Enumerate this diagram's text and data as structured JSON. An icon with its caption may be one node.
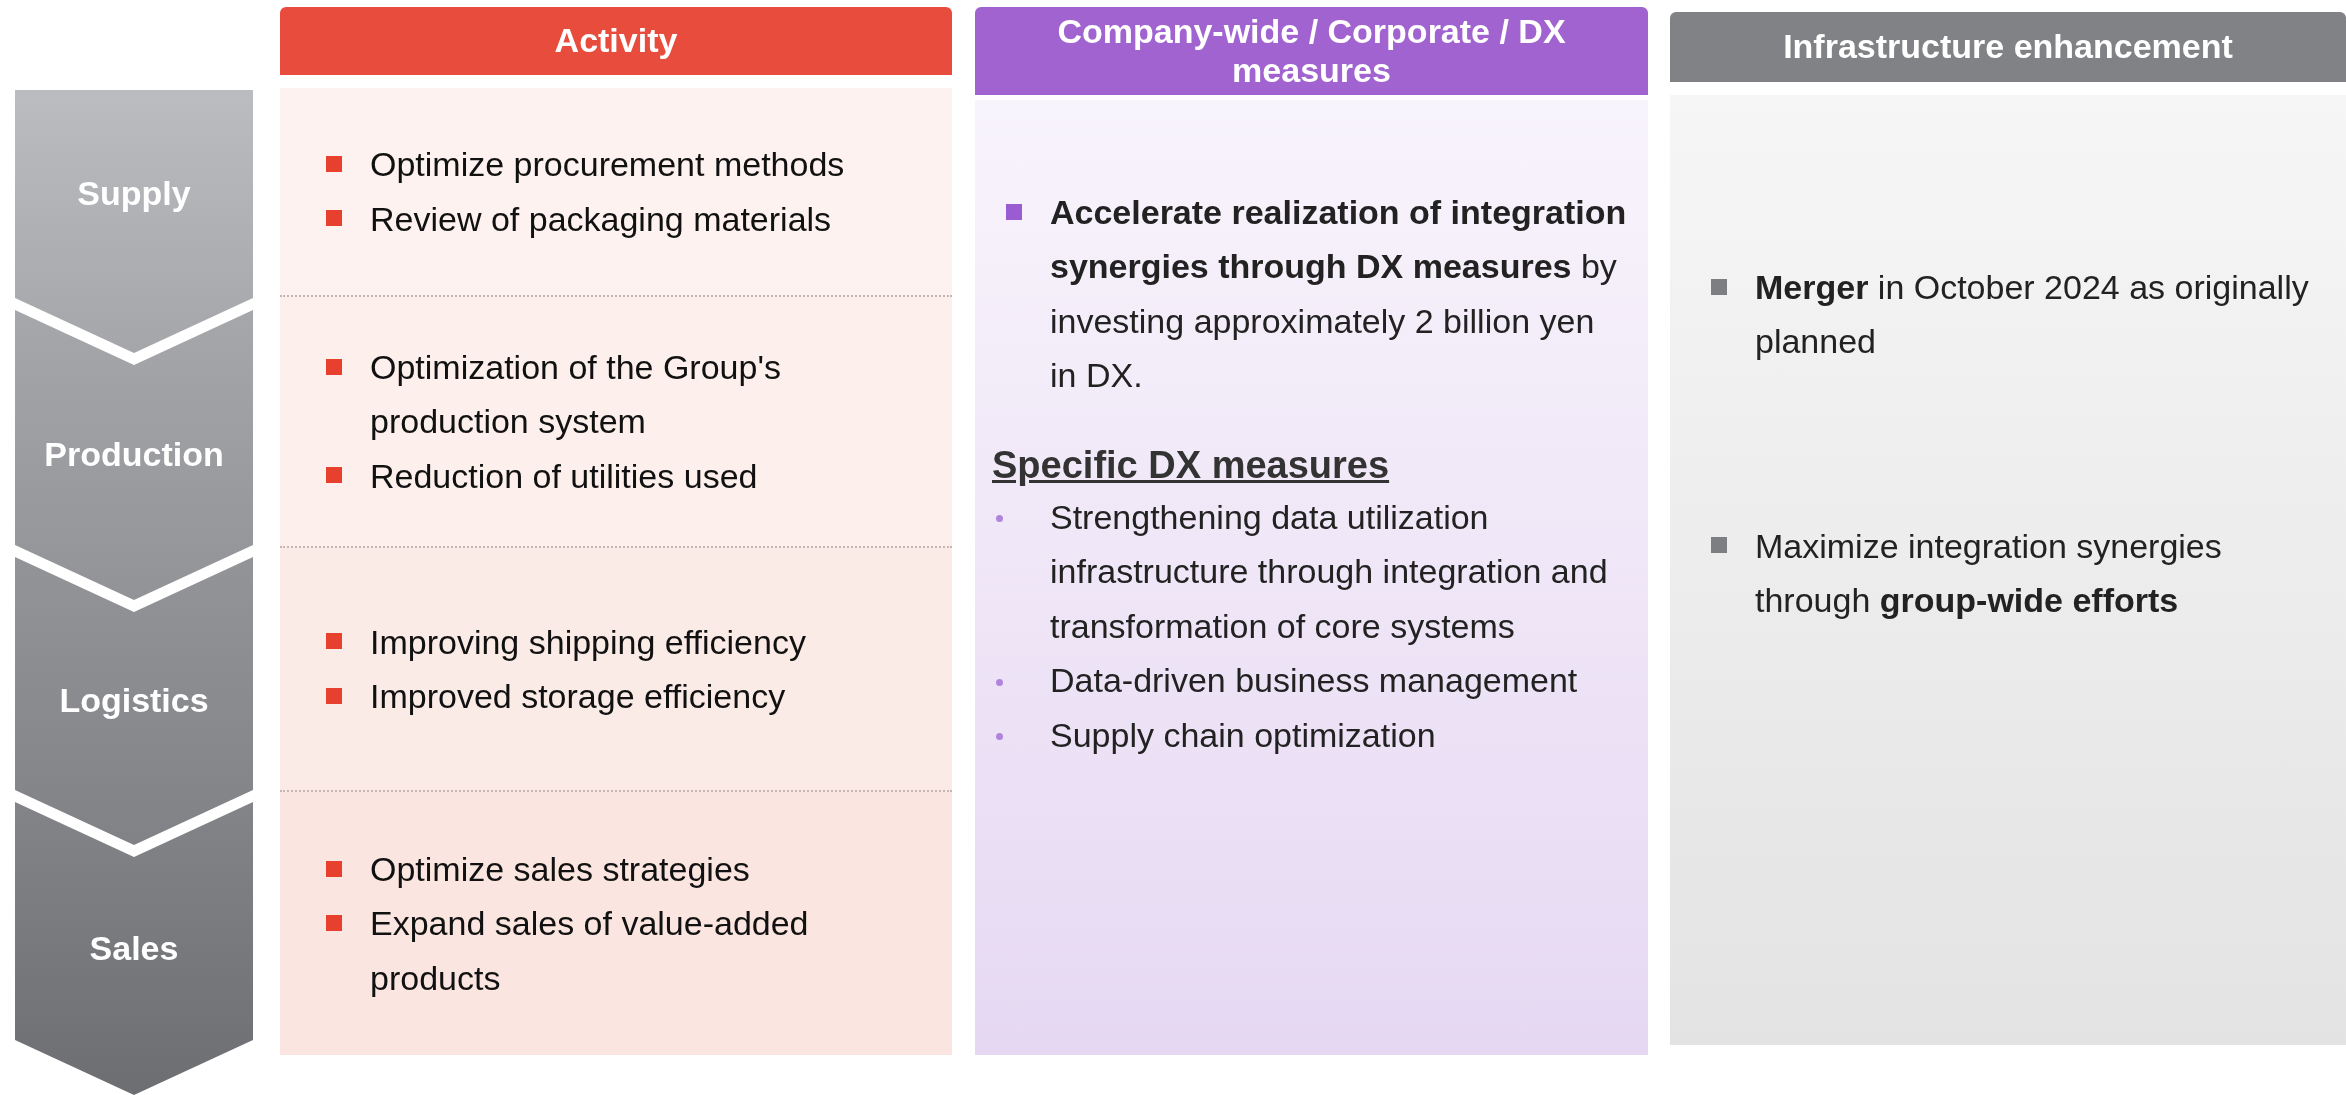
{
  "diagram": {
    "nodes": [
      {
        "text": [
          "Activity"
        ]
      },
      {
        "text": [
          "Company-wide / Corporate / DX measures"
        ]
      },
      {
        "text": [
          "Infrastructure enhancement"
        ]
      },
      {
        "text": [
          "Supply"
        ]
      },
      {
        "text": [
          "Production"
        ]
      },
      {
        "text": [
          "Logistics"
        ]
      },
      {
        "text": [
          "Sales"
        ]
      },
      {
        "text": [
          "Optimize procurement methods",
          "Review of packaging materials"
        ]
      },
      {
        "text": [
          "Optimization of the Group's production system",
          "Reduction of utilities used"
        ]
      },
      {
        "text": [
          "Improving shipping efficiency",
          "Improved storage efficiency"
        ]
      },
      {
        "text": [
          "Optimize sales strategies",
          "Expand sales of value-added products"
        ]
      },
      {
        "text": [
          "**Accelerate realization of integration synergies through DX measures** by investing approximately 2 billion yen in DX.",
          "Specific DX measures",
          "Strengthening data utilization infrastructure through integration and transformation of core systems",
          "Data-driven business management",
          "Supply chain optimization"
        ]
      },
      {
        "text": [
          "**Merger** in October 2024 as originally planned",
          "Maximize integration synergies through **group-wide efforts**"
        ]
      }
    ]
  }
}
